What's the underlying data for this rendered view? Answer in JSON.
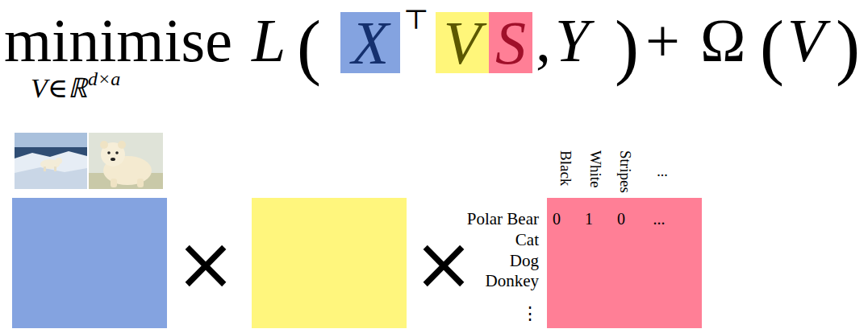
{
  "diagram": {
    "nodes": [
      {
        "text": [
          "X"
        ]
      },
      {
        "text": [
          "V"
        ]
      },
      {
        "text": [
          "S"
        ]
      },
      {
        "text": [
          "0",
          "1",
          "0",
          "..."
        ]
      }
    ],
    "labels": [
      "minimise",
      "V∈ℝ",
      "d×a",
      "L",
      "(",
      "⊤",
      ",",
      "Y",
      ")",
      "+",
      "Ω",
      "(",
      "V",
      ")",
      "×",
      "×",
      "Polar Bear",
      "Cat",
      "Dog",
      "Donkey",
      "⋮",
      "Black",
      "White",
      "Stripes",
      "..."
    ]
  }
}
